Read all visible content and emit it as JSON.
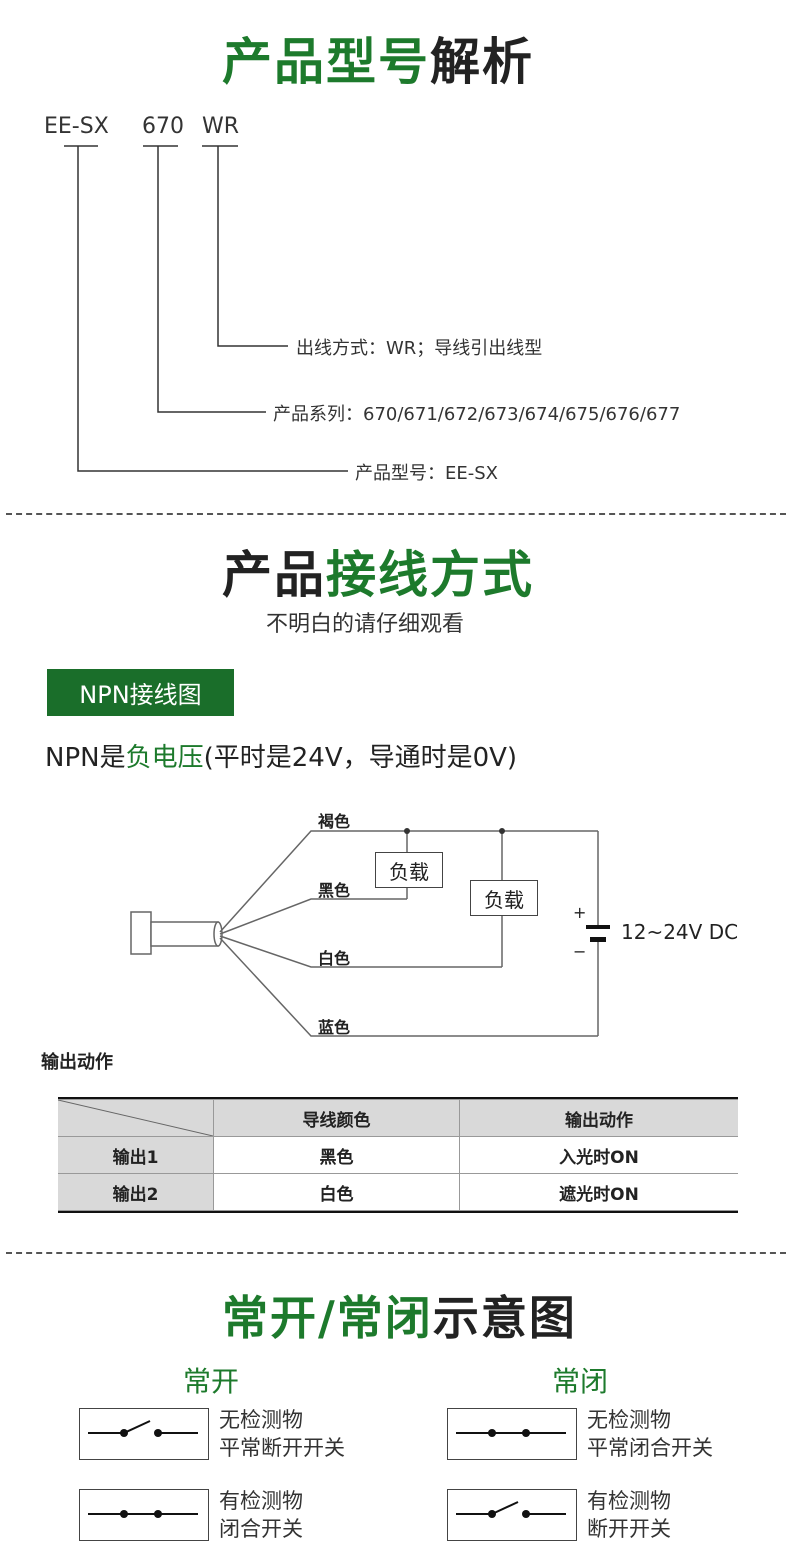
{
  "model_section": {
    "title_part1": "产品型号",
    "title_part2": "解析",
    "codes": [
      "EE-SX",
      "670",
      "WR"
    ],
    "descriptions": [
      "出线方式：WR；导线引出线型",
      "产品系列：670/671/672/673/674/675/676/677",
      "产品型号：EE-SX"
    ]
  },
  "wiring_section": {
    "title_part1": "产品",
    "title_part2": "接线方式",
    "subtitle": "不明白的请仔细观看",
    "badge": "NPN接线图",
    "npn_prefix": "NPN是",
    "npn_highlight": "负电压",
    "npn_suffix": "(平时是24V，导通时是0V)",
    "wire_labels": [
      "褐色",
      "黑色",
      "白色",
      "蓝色"
    ],
    "load_labels": [
      "负载",
      "负载"
    ],
    "plus": "+",
    "minus": "−",
    "voltage": "12~24V DC",
    "output_title": "输出动作",
    "table": {
      "headers": [
        "",
        "导线颜色",
        "输出动作"
      ],
      "rows": [
        [
          "输出1",
          "黑色",
          "入光时ON"
        ],
        [
          "输出2",
          "白色",
          "遮光时ON"
        ]
      ]
    }
  },
  "switch_section": {
    "title_part1": "常开/常闭",
    "title_part2": "示意图",
    "no_label": "常开",
    "nc_label": "常闭",
    "no_top": [
      "无检测物",
      "平常断开开关"
    ],
    "no_bottom": [
      "有检测物",
      "闭合开关"
    ],
    "nc_top": [
      "无检测物",
      "平常闭合开关"
    ],
    "nc_bottom": [
      "有检测物",
      "断开开关"
    ]
  },
  "colors": {
    "accent_green": "#1d7a2c",
    "badge_green": "#1a6e2a",
    "table_header": "#d9d9d9"
  }
}
